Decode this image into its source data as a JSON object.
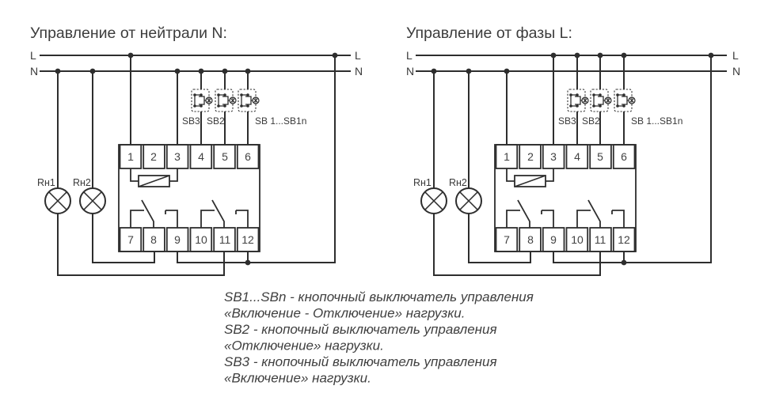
{
  "colors": {
    "line": "#2e2e2e",
    "text": "#3a3a3a",
    "background": "#ffffff"
  },
  "diagrams": [
    {
      "title": "Управление от нейтрали N:",
      "bus": {
        "l": "L",
        "n": "N"
      },
      "buttons": {
        "sb3": "SB3",
        "sb2": "SB2",
        "sb1n": "SB 1...SB1n"
      },
      "lamps": {
        "r1": "Rн1",
        "r2": "Rн2"
      },
      "relay": {
        "top": [
          "1",
          "2",
          "3",
          "4",
          "5",
          "6"
        ],
        "bottom": [
          "7",
          "8",
          "9",
          "10",
          "11",
          "12"
        ]
      }
    },
    {
      "title": "Управление от фазы L:",
      "bus": {
        "l": "L",
        "n": "N"
      },
      "buttons": {
        "sb3": "SB3",
        "sb2": "SB2",
        "sb1n": "SB 1...SB1n"
      },
      "lamps": {
        "r1": "Rн1",
        "r2": "Rн2"
      },
      "relay": {
        "top": [
          "1",
          "2",
          "3",
          "4",
          "5",
          "6"
        ],
        "bottom": [
          "7",
          "8",
          "9",
          "10",
          "11",
          "12"
        ]
      }
    }
  ],
  "legend": [
    "SB1...SBn - кнопочный выключатель управления",
    "«Включение - Отключение» нагрузки.",
    "SB2 - кнопочный выключатель управления",
    "«Отключение» нагрузки.",
    "SB3 - кнопочный выключатель управления",
    "«Включение» нагрузки."
  ]
}
